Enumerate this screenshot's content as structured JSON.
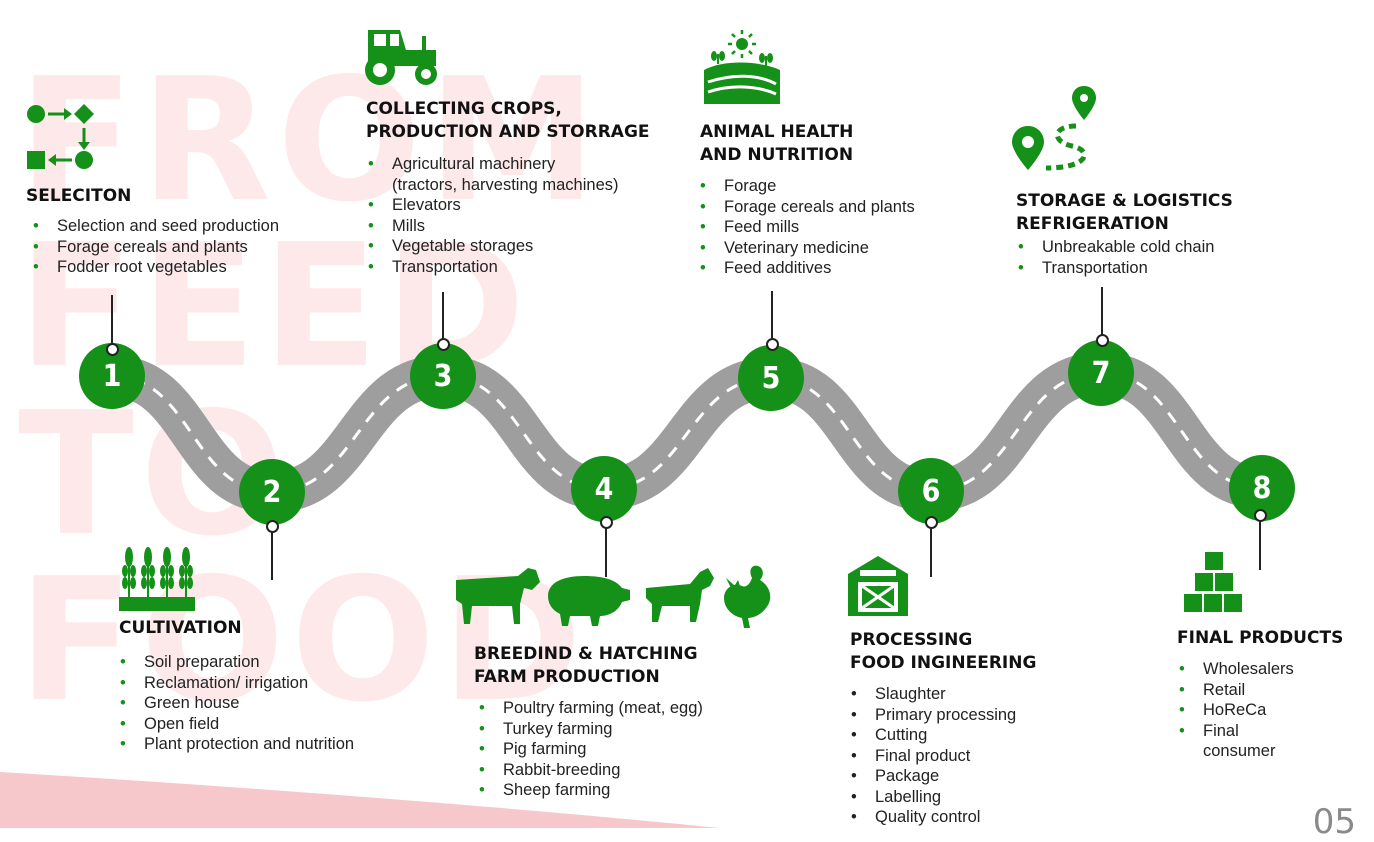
{
  "background": {
    "words": [
      "FROM",
      "FEED",
      "TO",
      "FOOD"
    ]
  },
  "colors": {
    "accent": "#159018",
    "road": "#9e9e9e",
    "stripe": "#e03a44",
    "bg_text": "#fde9ea"
  },
  "steps": [
    {
      "number": "1",
      "title_lines": [
        "SELECITON"
      ],
      "items": [
        "Selection and seed production",
        "Forage cereals and plants",
        "Fodder root vegetables"
      ],
      "icon": "process-flow-icon"
    },
    {
      "number": "2",
      "title_lines": [
        "CULTIVATION"
      ],
      "items": [
        "Soil preparation",
        "Reclamation/ irrigation",
        "Green house",
        "Open field",
        "Plant protection and nutrition"
      ],
      "icon": "wheat-icon"
    },
    {
      "number": "3",
      "title_lines": [
        "COLLECTING CROPS,",
        "PRODUCTION AND STORRAGE"
      ],
      "items": [
        "Agricultural machinery",
        "(tractors, harvesting machines)",
        "Elevators",
        "Mills",
        "Vegetable storages",
        "Transportation"
      ],
      "icon": "tractor-icon"
    },
    {
      "number": "4",
      "title_lines": [
        "BREEDIND & HATCHING",
        "FARM PRODUCTION"
      ],
      "items": [
        "Poultry farming (meat, egg)",
        "Turkey farming",
        "Pig farming",
        "Rabbit-breeding",
        "Sheep farming"
      ],
      "icon": "farm-animals-icon"
    },
    {
      "number": "5",
      "title_lines": [
        "ANIMAL HEALTH",
        "AND NUTRITION"
      ],
      "items": [
        "Forage",
        "Forage cereals and plants",
        "Feed mills",
        "Veterinary medicine",
        "Feed additives"
      ],
      "icon": "field-sun-icon"
    },
    {
      "number": "6",
      "title_lines": [
        "PROCESSING",
        "FOOD INGINEERING"
      ],
      "items": [
        "Slaughter",
        "Primary processing",
        "Cutting",
        "Final product",
        "Package",
        "Labelling",
        "Quality control"
      ],
      "icon": "barn-icon"
    },
    {
      "number": "7",
      "title_lines": [
        "STORAGE & LOGISTICS",
        "REFRIGERATION"
      ],
      "items": [
        "Unbreakable cold chain",
        "Transportation"
      ],
      "icon": "route-pins-icon"
    },
    {
      "number": "8",
      "title_lines": [
        "FINAL PRODUCTS"
      ],
      "items": [
        "Wholesalers",
        "Retail",
        "HoReCa",
        "Final",
        "consumer"
      ],
      "icon": "boxes-icon"
    }
  ],
  "page_number": "05"
}
